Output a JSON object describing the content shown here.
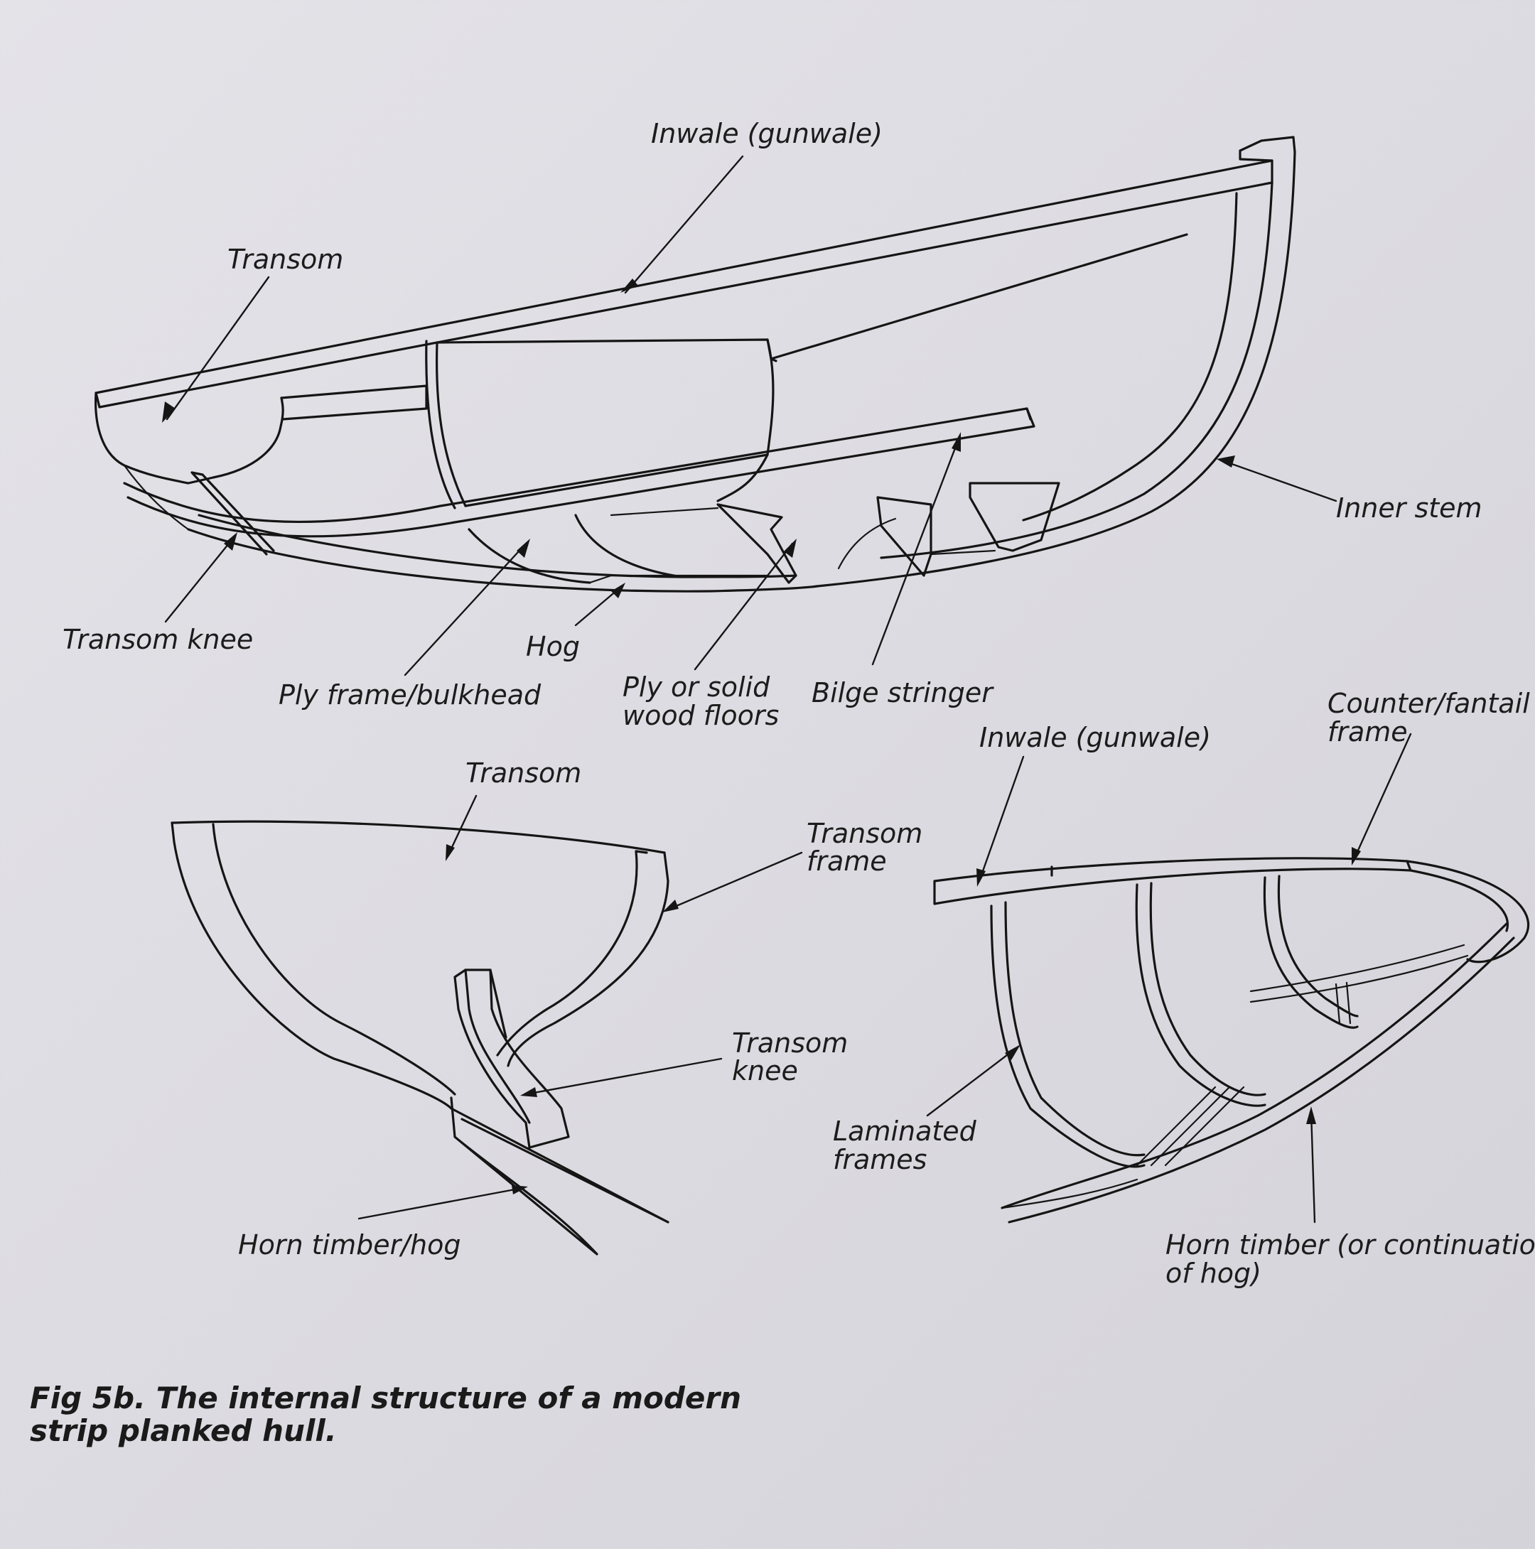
{
  "figure": {
    "caption_line1": "Fig 5b. The internal structure of a modern",
    "caption_line2": "strip planked hull."
  },
  "labels": {
    "top_inwale": "Inwale (gunwale)",
    "top_transom": "Transom",
    "inner_stem": "Inner stem",
    "top_transom_knee": "Transom knee",
    "hog": "Hog",
    "ply_frame": "Ply frame/bulkhead",
    "floors_line1": "Ply or solid",
    "floors_line2": "wood floors",
    "bilge_stringer": "Bilge stringer",
    "counter_line1": "Counter/fantail",
    "counter_line2": "frame",
    "right_inwale": "Inwale (gunwale)",
    "bottom_transom": "Transom",
    "transom_frame_line1": "Transom",
    "transom_frame_line2": "frame",
    "bottom_knee_line1": "Transom",
    "bottom_knee_line2": "knee",
    "horn_timber_hog": "Horn timber/hog",
    "laminated_line1": "Laminated",
    "laminated_line2": "frames",
    "horn_cont_line1": "Horn timber (or continuation",
    "horn_cont_line2": "of hog)"
  }
}
